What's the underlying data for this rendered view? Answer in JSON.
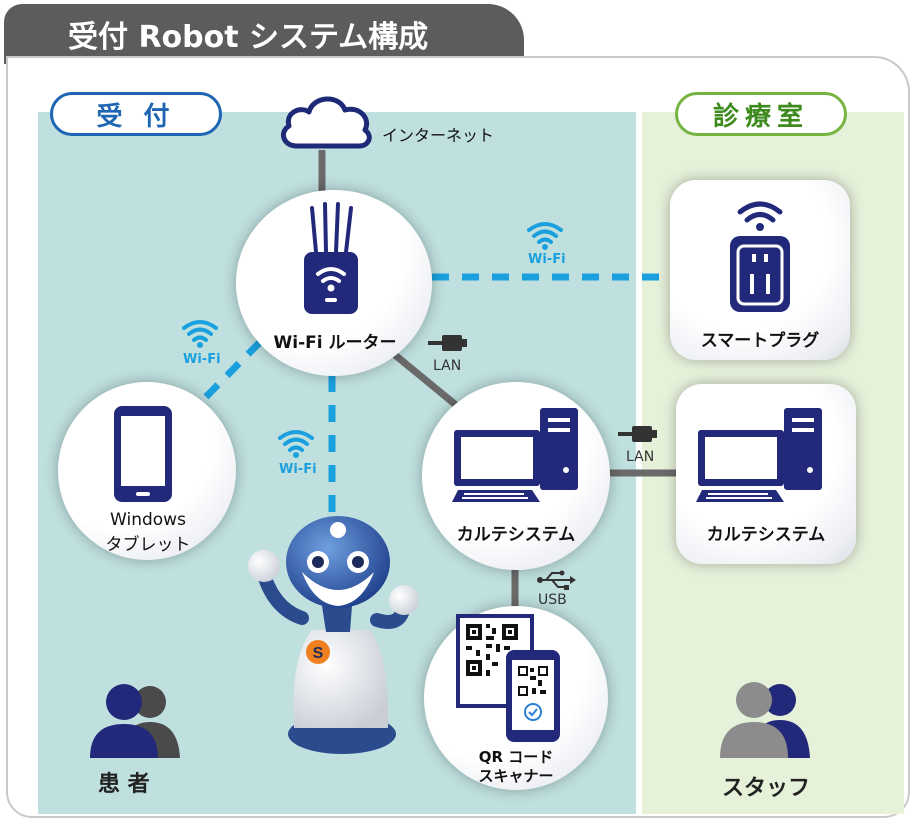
{
  "title": "受付 Robot システム構成",
  "zones": {
    "reception": "受 付",
    "clinic": "診療室"
  },
  "internet_label": "インターネット",
  "router_label": "Wi-Fi ルーター",
  "smart_plug_label": "スマートプラグ",
  "tablet_label_1": "Windows",
  "tablet_label_2": "タブレット",
  "karte_system_label": "カルテシステム",
  "karte_system_clinic_label": "カルテシステム",
  "qr_label_1": "QR コード",
  "qr_label_2": "スキャナー",
  "wifi_labels": [
    "Wi-Fi",
    "Wi-Fi",
    "Wi-Fi"
  ],
  "lan_labels": [
    "LAN",
    "LAN"
  ],
  "usb_label": "USB",
  "patients_label": "患 者",
  "staff_label": "スタッフ",
  "robot_logo": "S",
  "colors": {
    "title_bg": "#5c5c5c",
    "reception_bg": "#bfe0df",
    "clinic_bg": "#e6f1da",
    "reception_accent": "#1e66b4",
    "clinic_accent": "#76b442",
    "wifi": "#1aa0de",
    "device_navy": "#23297a",
    "wired_line": "#6a6a6a"
  },
  "icons": [
    "cloud-icon",
    "router-icon",
    "wifi-icon",
    "smart-plug-icon",
    "tablet-icon",
    "desktop-computer-icon",
    "lan-cable-icon",
    "usb-icon",
    "qr-code-icon",
    "smartphone-icon",
    "people-icon",
    "robot-image"
  ]
}
